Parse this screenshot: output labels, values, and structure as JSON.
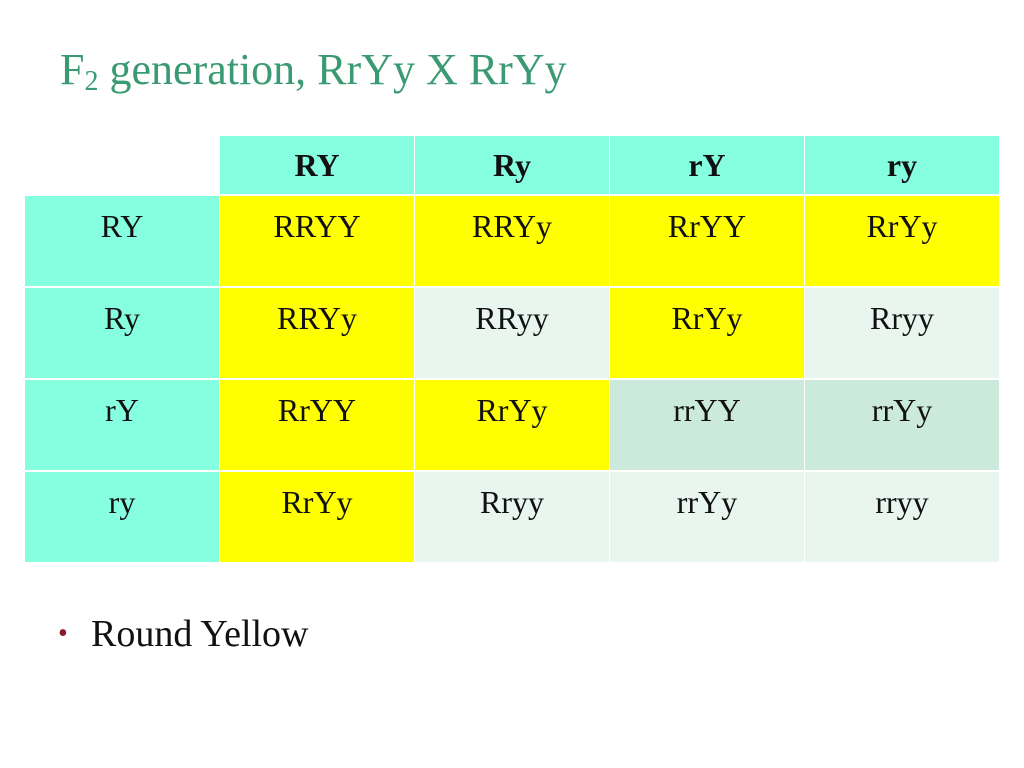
{
  "title": {
    "prefix": "F",
    "subscript": "2",
    "rest": " generation, RrYy X RrYy"
  },
  "punnett": {
    "col_headers": [
      "RY",
      "Ry",
      "rY",
      "ry"
    ],
    "row_headers": [
      "RY",
      "Ry",
      "rY",
      "ry"
    ],
    "rows": [
      [
        "RRYY",
        "RRYy",
        "RrYY",
        "RrYy"
      ],
      [
        "RRYy",
        "RRyy",
        "RrYy",
        "Rryy"
      ],
      [
        "RrYY",
        "RrYy",
        "rrYY",
        "rrYy"
      ],
      [
        "RrYy",
        "Rryy",
        "rrYy",
        "rryy"
      ]
    ],
    "highlight_colors": {
      "header": "#86ffe0",
      "round_yellow": "#ffff00",
      "other": "#e8f6ef",
      "rr_yy": "#cbeadc"
    }
  },
  "bullets": [
    "Round Yellow"
  ]
}
